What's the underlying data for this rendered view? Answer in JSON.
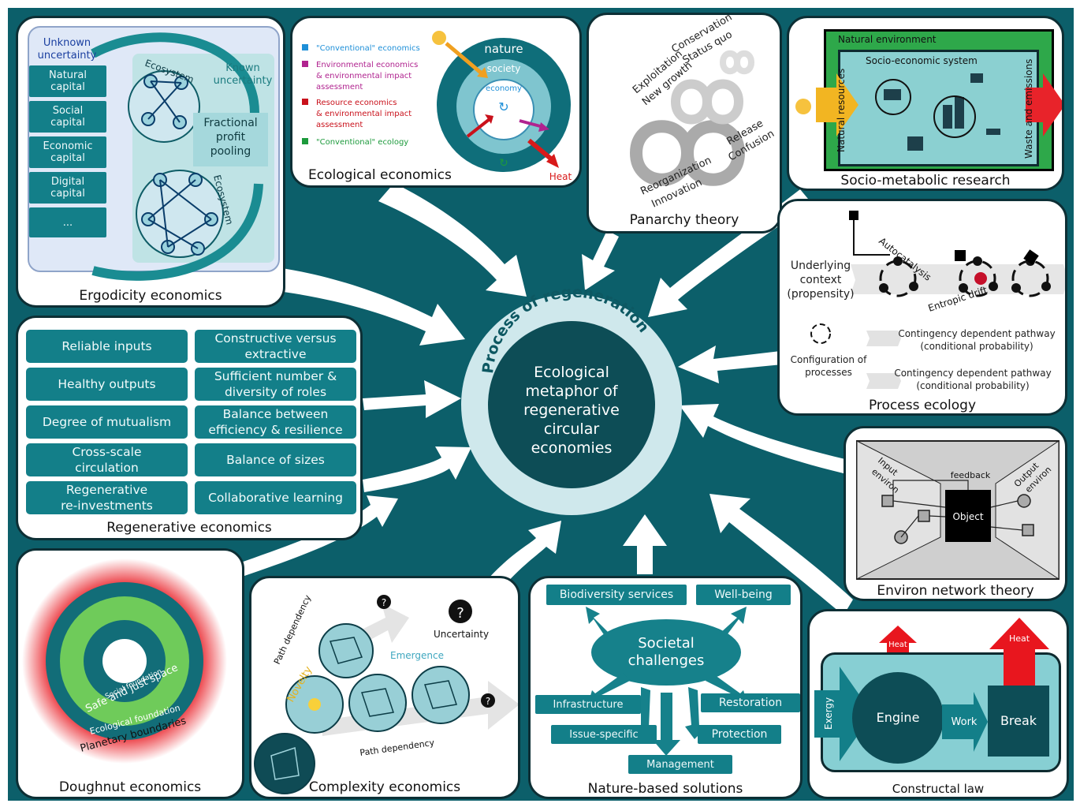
{
  "center": {
    "ring_label": "Process of regeneration",
    "core_lines": [
      "Ecological",
      "metaphor of",
      "regenerative",
      "circular",
      "economies"
    ]
  },
  "ergodicity": {
    "title": "Ergodicity economics",
    "unknown": [
      "Unknown",
      "uncertainty"
    ],
    "known": [
      "Known",
      "uncertainty"
    ],
    "ecosystem_top": "Ecosystem",
    "ecosystem_bottom": "Ecosystem",
    "pooling": [
      "Fractional",
      "profit",
      "pooling"
    ],
    "capitals": [
      [
        "Natural",
        "capital"
      ],
      [
        "Social",
        "capital"
      ],
      [
        "Economic",
        "capital"
      ],
      [
        "Digital",
        "capital"
      ],
      [
        "..."
      ]
    ]
  },
  "ecological": {
    "title": "Ecological economics",
    "legend": [
      {
        "lines": [
          "\"Conventional\" economics"
        ],
        "color": "#1e8fd8"
      },
      {
        "lines": [
          "Environmental economics",
          "& environmental impact",
          "assessment"
        ],
        "color": "#b0238f"
      },
      {
        "lines": [
          "Resource economics",
          "& environmental impact",
          "assessment"
        ],
        "color": "#c9111b"
      },
      {
        "lines": [
          "\"Conventional\" ecology"
        ],
        "color": "#1d9a3c"
      }
    ],
    "nature": "nature",
    "society": "society",
    "economy": "economy",
    "heat": "Heat"
  },
  "panarchy": {
    "title": "Panarchy theory",
    "exploitation": [
      "Exploitation",
      "New growth"
    ],
    "conservation": [
      "Conservation",
      "Status quo"
    ],
    "release": [
      "Release",
      "Confusion"
    ],
    "reorganization": [
      "Reorganization",
      "Innovation"
    ]
  },
  "sociometabolic": {
    "title": "Socio-metabolic research",
    "natural_env": "Natural environment",
    "socio_system": "Socio-economic system",
    "resources": "Natural resources",
    "waste": "Waste and emissions"
  },
  "process_ecology": {
    "title": "Process ecology",
    "underlying": [
      "Underlying",
      "context",
      "(propensity)"
    ],
    "autocatalysis": "Autocatalysis",
    "entropic": "Entropic drift",
    "configuration": [
      "Configuration of",
      "processes"
    ],
    "pathway1": [
      "Contingency dependent pathway",
      "(conditional probability)"
    ],
    "pathway2": [
      "Contingency dependent pathway",
      "(conditional probability)"
    ]
  },
  "regenerative": {
    "title": "Regenerative economics",
    "items": [
      [
        "Reliable inputs"
      ],
      [
        "Constructive versus",
        "extractive"
      ],
      [
        "Healthy outputs"
      ],
      [
        "Sufficient number &",
        "diversity of roles"
      ],
      [
        "Degree of mutualism"
      ],
      [
        "Balance between",
        "efficiency & resilience"
      ],
      [
        "Cross-scale",
        "circulation"
      ],
      [
        "Balance of sizes"
      ],
      [
        "Regenerative",
        "re-investments"
      ],
      [
        "Collaborative learning"
      ]
    ]
  },
  "environ": {
    "title": "Environ network theory",
    "input": [
      "Input",
      "environ"
    ],
    "output": [
      "Output",
      "environ"
    ],
    "feedback": "feedback",
    "object": "Object"
  },
  "doughnut": {
    "title": "Doughnut economics",
    "social": "Social foundation",
    "safe": "Safe and just space",
    "ecological": "Ecological foundation",
    "planetary": "Planetary boundaries"
  },
  "complexity": {
    "title": "Complexity economics",
    "path_dependency_top": "Path dependency",
    "path_dependency_bottom": "Path dependency",
    "novelty": "Novelty",
    "emergence": "Emergence",
    "uncertainty": "Uncertainty",
    "question": "?"
  },
  "nbs": {
    "title": "Nature-based solutions",
    "societal": [
      "Societal",
      "challenges"
    ],
    "biodiversity": "Biodiversity services",
    "wellbeing": "Well-being",
    "infrastructure": "Infrastructure",
    "issue_specific": "Issue-specific",
    "management": "Management",
    "protection": "Protection",
    "restoration": "Restoration"
  },
  "constructal": {
    "title": "Constructal law",
    "exergy": "Exergy",
    "engine": "Engine",
    "work": "Work",
    "break": "Break",
    "heat1": "Heat",
    "heat2": "Heat"
  }
}
